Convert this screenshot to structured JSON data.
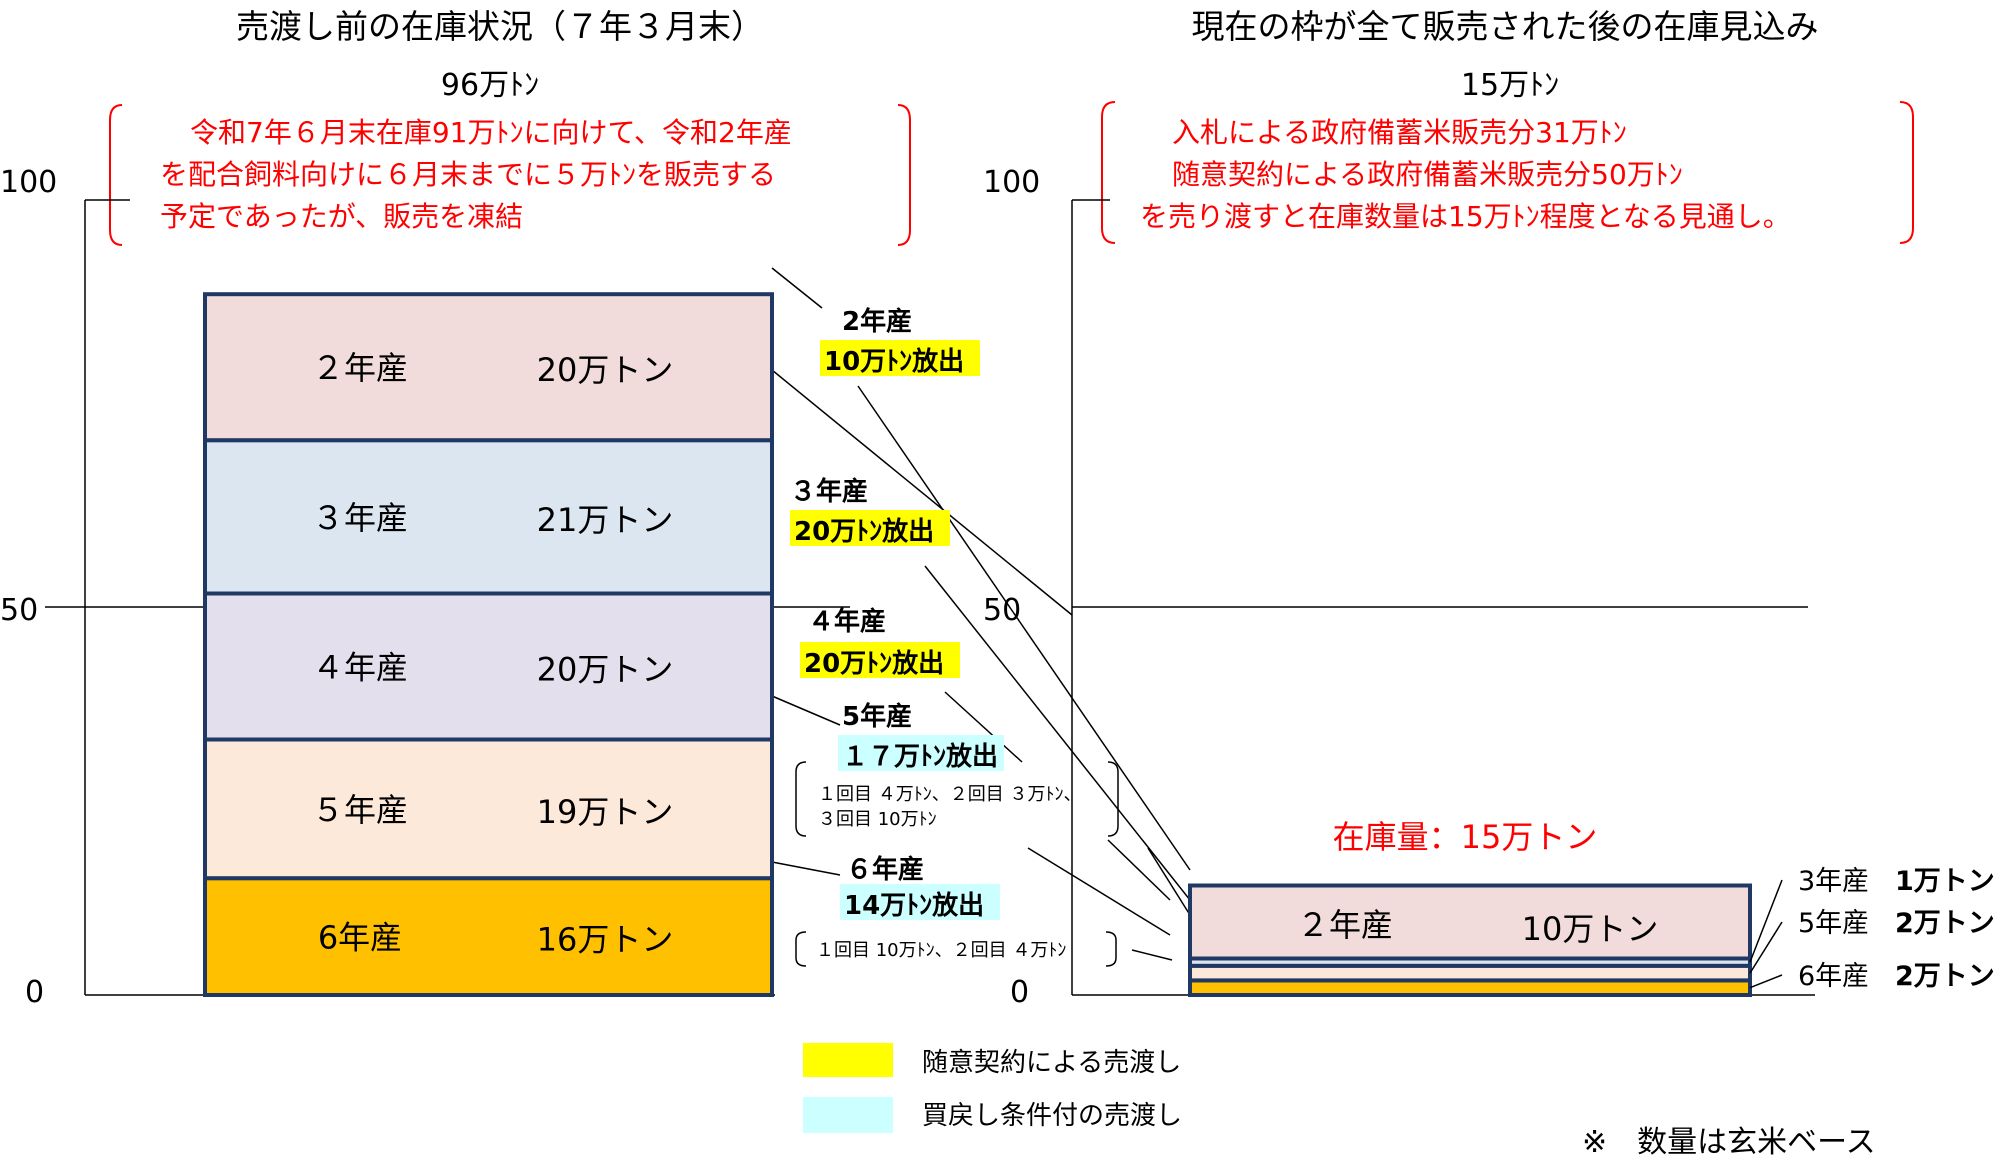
{
  "chart_data": [
    {
      "type": "bar",
      "title": "売渡し前の在庫状況（７年３月末）",
      "total_label": "96万ﾄﾝ",
      "ylim": [
        0,
        100
      ],
      "y_ticks": [
        "0",
        "50",
        "100"
      ],
      "note": [
        "令和7年６月末在庫91万ﾄﾝに向けて、令和2年産",
        "を配合飼料向けに６月末までに５万ﾄﾝを販売する",
        "予定であったが、販売を凍結"
      ],
      "stack": [
        {
          "label": "6年産",
          "value": 16,
          "value_label": "16万トン",
          "color": "#ffc000"
        },
        {
          "label": "５年産",
          "value": 19,
          "value_label": "19万トン",
          "color": "#fde9d9"
        },
        {
          "label": "４年産",
          "value": 20,
          "value_label": "20万トン",
          "color": "#e4dfec"
        },
        {
          "label": "３年産",
          "value": 21,
          "value_label": "21万トン",
          "color": "#dce6f1"
        },
        {
          "label": "２年産",
          "value": 20,
          "value_label": "20万トン",
          "color": "#f2dcdb"
        }
      ]
    },
    {
      "type": "bar",
      "title": "現在の枠が全て販売された後の在庫見込み",
      "total_label": "15万ﾄﾝ",
      "ylim": [
        0,
        100
      ],
      "y_ticks": [
        "0",
        "50",
        "100"
      ],
      "note": [
        "入札による政府備蓄米販売分31万ﾄﾝ",
        "随意契約による政府備蓄米販売分50万ﾄﾝ",
        "を売り渡すと在庫数量は15万ﾄﾝ程度となる見通し。"
      ],
      "stock_label": "在庫量：15万トン",
      "stack": [
        {
          "label": "6年産",
          "value": 2,
          "value_label": "2万トン",
          "color": "#ffc000"
        },
        {
          "label": "5年産",
          "value": 2,
          "value_label": "2万トン",
          "color": "#fde9d9"
        },
        {
          "label": "3年産",
          "value": 1,
          "value_label": "1万トン",
          "color": "#dce6f1"
        },
        {
          "label": "２年産",
          "value": 10,
          "value_label": "10万トン",
          "color": "#f2dcdb"
        }
      ]
    }
  ],
  "releases": [
    {
      "year": "2年産",
      "amount": "10万ﾄﾝ放出",
      "type": "yellow",
      "detail": ""
    },
    {
      "year": "３年産",
      "amount": "20万ﾄﾝ放出",
      "type": "yellow",
      "detail": ""
    },
    {
      "year": "４年産",
      "amount": "20万ﾄﾝ放出",
      "type": "yellow",
      "detail": ""
    },
    {
      "year": "5年産",
      "amount": "１７万ﾄﾝ放出",
      "type": "cyan",
      "detail": [
        "１回目 ４万ﾄﾝ、２回目 ３万ﾄﾝ、",
        "３回目 10万ﾄﾝ"
      ]
    },
    {
      "year": "６年産",
      "amount": "14万ﾄﾝ放出",
      "type": "cyan",
      "detail": [
        "１回目 10万ﾄﾝ、２回目 ４万ﾄﾝ"
      ]
    }
  ],
  "legend": [
    {
      "label": "随意契約による売渡し",
      "color": "#ffff00"
    },
    {
      "label": "買戻し条件付の売渡し",
      "color": "#ccffff"
    }
  ],
  "footnote": "※　数量は玄米ベース"
}
